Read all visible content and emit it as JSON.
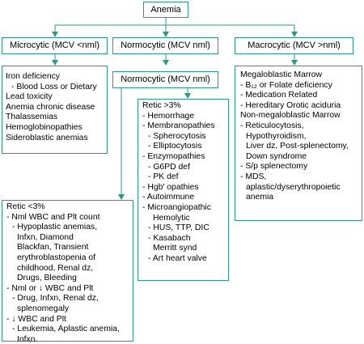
{
  "root": "Anemia",
  "categories": {
    "micro": "Microcytic (MCV <nml)",
    "normo": "Normocytic (MCV nml)",
    "macro": "Macrocytic (MCV >nml)"
  },
  "micro_items": [
    "Iron deficiency",
    "- Blood Loss or Dietary",
    "Lead toxicity",
    "Anemia chronic disease",
    "Thalassemias",
    "Hemoglobinopathies",
    "Sideroblastic anemias"
  ],
  "normo_sub": "Normocytic (MCV nml)",
  "retic_high": {
    "title": "Retic >3%",
    "items": [
      "- Hemorrhage",
      "- Membranopathies",
      "- Spherocytosis",
      "- Elliptocytosis",
      "- Enzymopathies",
      "- G6PD def",
      "- PK def",
      "- Hgb' opathies",
      "- Autoimmune",
      "- Microangiopathic",
      "Hemolytic",
      "- HUS, TTP, DIC",
      "- Kasabach",
      "Merritt synd",
      "- Art heart valve"
    ]
  },
  "retic_low": {
    "title": "Retic <3%",
    "items": [
      "- Nml WBC and Plt count",
      "- Hypoplastic anemias,",
      "Infxn, Diamond",
      "Blackfan, Transient",
      "erythroblastopenia of",
      "childhood, Renal dz,",
      "Drugs, Bleeding",
      "- Nml or ↓ WBC and Plt",
      "- Drug, Infxn, Renal dz,",
      "splenomegaly",
      "- ↓ WBC and Plt",
      "- Leukemia, Aplastic anemia,",
      "Infxn."
    ]
  },
  "macro_items": [
    "Megaloblastic Marrow",
    "- B₁₂ or Folate deficiency",
    "- Medication Related",
    "- Hereditary Orotic aciduria",
    "Non-megaloblastic Marrow",
    "- Reticulocytosis,",
    "Hypothyroidism,",
    "Liver dz, Post-splenectomy,",
    "Down syndrome",
    "- S/p splenectomy",
    "- MDS,",
    "aplastic/dyserythropoietic",
    "anemia"
  ],
  "colors": {
    "border": "#2a9a86",
    "arrow": "#2a9a86"
  }
}
